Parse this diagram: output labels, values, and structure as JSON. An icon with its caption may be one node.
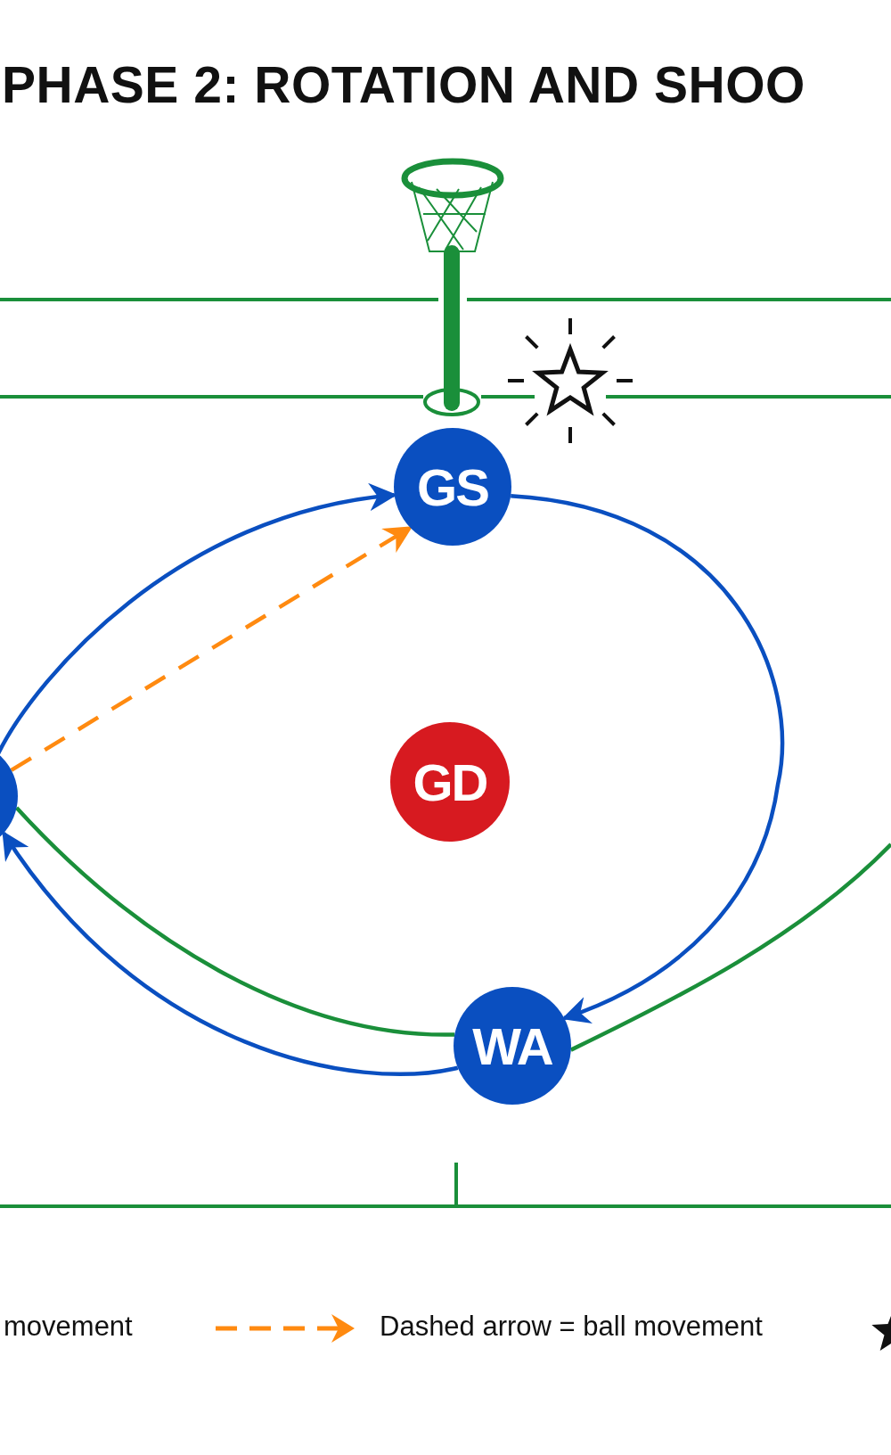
{
  "diagram": {
    "title": "PHASE 2: ROTATION AND SHOO",
    "nodes": [
      {
        "text": [
          "GS"
        ]
      },
      {
        "text": [
          "GD"
        ]
      },
      {
        "text": [
          "WA"
        ]
      },
      {
        "text": [],
        "shape": "circle"
      }
    ],
    "edges": [
      {
        "from": 3,
        "to": 0,
        "arrow": "to"
      },
      {
        "from": 3,
        "to": 0,
        "arrow": "to",
        "style": "dashed",
        "color": "#ff8a10"
      },
      {
        "from": 0,
        "to": 2,
        "arrow": "to"
      },
      {
        "from": 2,
        "to": 3,
        "arrow": "to"
      },
      {
        "from": 3,
        "to": 2,
        "arrow": "none",
        "color": "#1a8f3a"
      },
      {
        "from": null,
        "to": 2,
        "arrow": "none",
        "color": "#1a8f3a"
      }
    ],
    "legend": [
      {
        "text": "movement"
      },
      {
        "text": "Dashed arrow = ball movement"
      }
    ]
  }
}
